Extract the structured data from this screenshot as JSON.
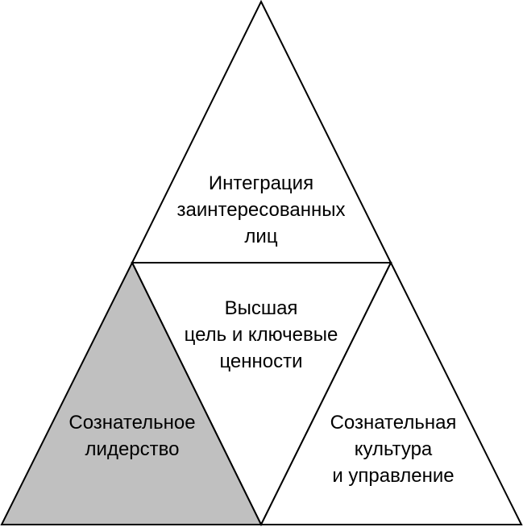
{
  "colors": {
    "stroke": "#000000",
    "background": "#ffffff",
    "highlight_fill": "#c0c0c0",
    "text": "#000000"
  },
  "diagram": {
    "top": {
      "lines": [
        "Интеграция",
        "заинтересованных",
        "лиц"
      ],
      "fill": "#ffffff"
    },
    "center": {
      "lines": [
        "Высшая",
        "цель и ключевые",
        "ценности"
      ],
      "fill": "#ffffff"
    },
    "left": {
      "lines": [
        "Сознательное",
        "лидерство"
      ],
      "fill": "#c0c0c0"
    },
    "right": {
      "lines": [
        "Сознательная",
        "культура",
        "и управление"
      ],
      "fill": "#ffffff"
    }
  }
}
